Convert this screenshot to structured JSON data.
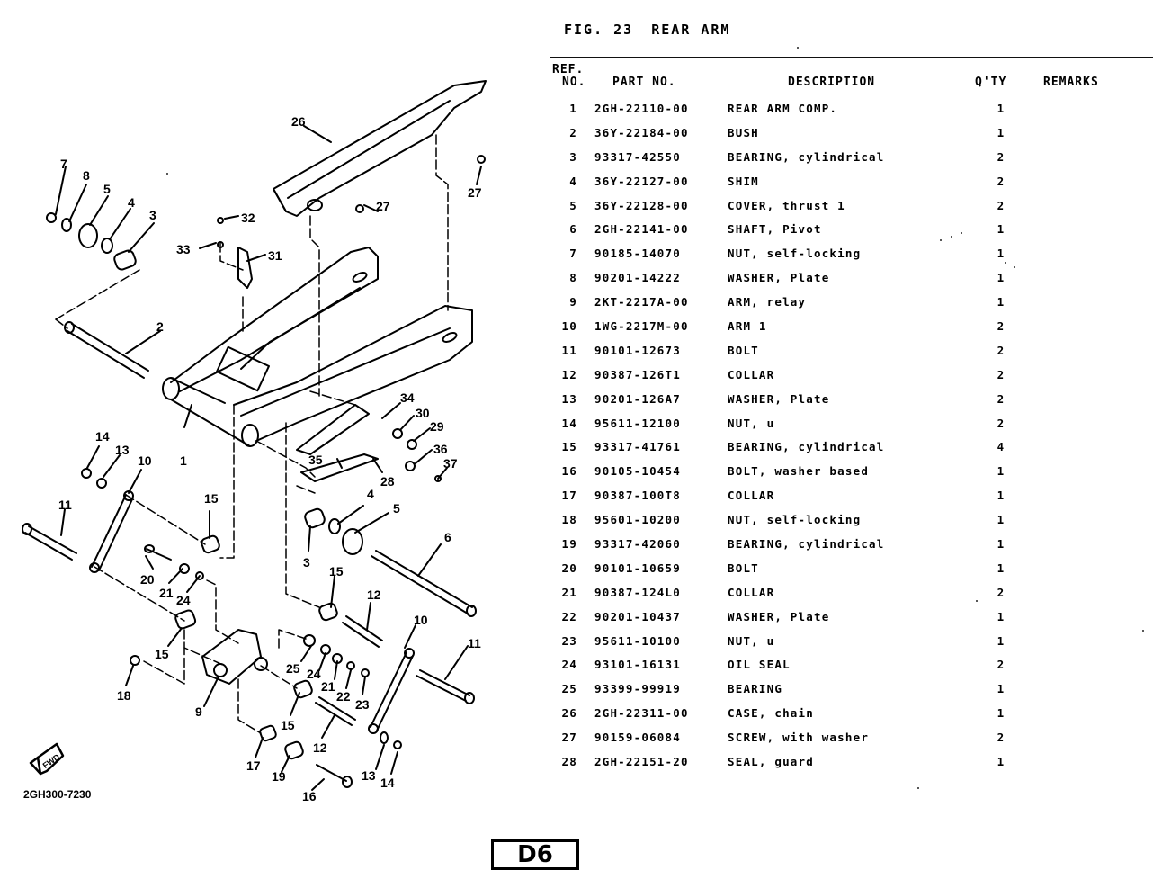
{
  "figure": {
    "label": "FIG. 23",
    "title": "REAR ARM"
  },
  "table": {
    "headers": {
      "ref_line1": "REF.",
      "ref_line2": "NO.",
      "part_no": "PART NO.",
      "description": "DESCRIPTION",
      "qty": "Q'TY",
      "remarks": "REMARKS"
    },
    "rows": [
      {
        "ref": "1",
        "part_no": "2GH-22110-00",
        "description": "REAR ARM COMP.",
        "qty": "1",
        "remarks": ""
      },
      {
        "ref": "2",
        "part_no": "36Y-22184-00",
        "description": "BUSH",
        "qty": "1",
        "remarks": ""
      },
      {
        "ref": "3",
        "part_no": "93317-42550",
        "description": "BEARING, cylindrical",
        "qty": "2",
        "remarks": ""
      },
      {
        "ref": "4",
        "part_no": "36Y-22127-00",
        "description": "SHIM",
        "qty": "2",
        "remarks": ""
      },
      {
        "ref": "5",
        "part_no": "36Y-22128-00",
        "description": "COVER, thrust 1",
        "qty": "2",
        "remarks": ""
      },
      {
        "ref": "6",
        "part_no": "2GH-22141-00",
        "description": "SHAFT, Pivot",
        "qty": "1",
        "remarks": ""
      },
      {
        "ref": "7",
        "part_no": "90185-14070",
        "description": "NUT, self-locking",
        "qty": "1",
        "remarks": ""
      },
      {
        "ref": "8",
        "part_no": "90201-14222",
        "description": "WASHER, Plate",
        "qty": "1",
        "remarks": ""
      },
      {
        "ref": "9",
        "part_no": "2KT-2217A-00",
        "description": "ARM, relay",
        "qty": "1",
        "remarks": ""
      },
      {
        "ref": "10",
        "part_no": "1WG-2217M-00",
        "description": "ARM 1",
        "qty": "2",
        "remarks": ""
      },
      {
        "ref": "11",
        "part_no": "90101-12673",
        "description": "BOLT",
        "qty": "2",
        "remarks": ""
      },
      {
        "ref": "12",
        "part_no": "90387-126T1",
        "description": "COLLAR",
        "qty": "2",
        "remarks": ""
      },
      {
        "ref": "13",
        "part_no": "90201-126A7",
        "description": "WASHER, Plate",
        "qty": "2",
        "remarks": ""
      },
      {
        "ref": "14",
        "part_no": "95611-12100",
        "description": "NUT, u",
        "qty": "2",
        "remarks": ""
      },
      {
        "ref": "15",
        "part_no": "93317-41761",
        "description": "BEARING, cylindrical",
        "qty": "4",
        "remarks": ""
      },
      {
        "ref": "16",
        "part_no": "90105-10454",
        "description": "BOLT, washer based",
        "qty": "1",
        "remarks": ""
      },
      {
        "ref": "17",
        "part_no": "90387-100T8",
        "description": "COLLAR",
        "qty": "1",
        "remarks": ""
      },
      {
        "ref": "18",
        "part_no": "95601-10200",
        "description": "NUT, self-locking",
        "qty": "1",
        "remarks": ""
      },
      {
        "ref": "19",
        "part_no": "93317-42060",
        "description": "BEARING, cylindrical",
        "qty": "1",
        "remarks": ""
      },
      {
        "ref": "20",
        "part_no": "90101-10659",
        "description": "BOLT",
        "qty": "1",
        "remarks": ""
      },
      {
        "ref": "21",
        "part_no": "90387-124L0",
        "description": "COLLAR",
        "qty": "2",
        "remarks": ""
      },
      {
        "ref": "22",
        "part_no": "90201-10437",
        "description": "WASHER, Plate",
        "qty": "1",
        "remarks": ""
      },
      {
        "ref": "23",
        "part_no": "95611-10100",
        "description": "NUT, u",
        "qty": "1",
        "remarks": ""
      },
      {
        "ref": "24",
        "part_no": "93101-16131",
        "description": "OIL SEAL",
        "qty": "2",
        "remarks": ""
      },
      {
        "ref": "25",
        "part_no": "93399-99919",
        "description": "BEARING",
        "qty": "1",
        "remarks": ""
      },
      {
        "ref": "26",
        "part_no": "2GH-22311-00",
        "description": "CASE, chain",
        "qty": "1",
        "remarks": ""
      },
      {
        "ref": "27",
        "part_no": "90159-06084",
        "description": "SCREW, with washer",
        "qty": "2",
        "remarks": ""
      },
      {
        "ref": "28",
        "part_no": "2GH-22151-20",
        "description": "SEAL, guard",
        "qty": "1",
        "remarks": ""
      }
    ]
  },
  "diagram": {
    "drawing_code": "2GH300-7230",
    "fwd_label": "FWD",
    "callouts": [
      "7",
      "8",
      "5",
      "4",
      "3",
      "2",
      "26",
      "27",
      "27",
      "32",
      "33",
      "31",
      "34",
      "30",
      "29",
      "36",
      "37",
      "35",
      "28",
      "1",
      "14",
      "13",
      "10",
      "11",
      "15",
      "4",
      "5",
      "3",
      "6",
      "20",
      "21",
      "24",
      "15",
      "12",
      "10",
      "11",
      "15",
      "25",
      "24",
      "21",
      "22",
      "23",
      "18",
      "9",
      "15",
      "12",
      "17",
      "19",
      "16",
      "13",
      "14"
    ]
  },
  "page_marker": "D6"
}
